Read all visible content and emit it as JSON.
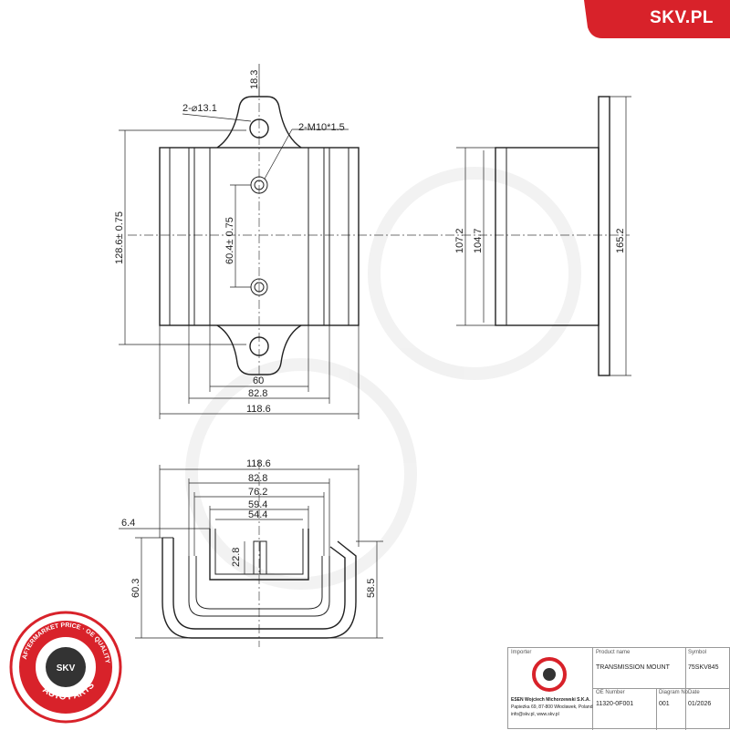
{
  "brand": {
    "name": "SKV.PL",
    "color": "#d8222a"
  },
  "seal": {
    "top_text": "AFTERMARKET PRICE · OE QUALITY",
    "bottom_text": "AUTO PARTS",
    "center_text": "SKV",
    "color": "#d8222a"
  },
  "dimensions": {
    "top_view": {
      "height_lug": "18.3",
      "hole_dia": "2-⌀13.1",
      "thread": "2-M10*1.5",
      "overall_height": "128.6± 0.75",
      "hole_spacing": "60.4± 0.75",
      "width_60": "60",
      "width_82_8": "82.8",
      "width_118_6": "118.6"
    },
    "side_view": {
      "inner_height": "107.2",
      "body_height": "104.7",
      "flange_height": "165.2"
    },
    "front_view": {
      "w_118_6": "118.6",
      "w_82_8": "82.8",
      "w_76_2": "76.2",
      "w_59_4": "59.4",
      "w_54_4": "54.4",
      "lip": "6.4",
      "stud": "22.8",
      "left_height": "60.3",
      "right_height": "58.5"
    }
  },
  "title_block": {
    "importer_label": "Importer",
    "importer_text_1": "ESEN Wojciech Michorzewski S.K.A.",
    "importer_text_2": "Papieżka 69, 87-800 Włocławek, Poland",
    "importer_text_3": "info@skv.pl, www.skv.pl",
    "product_name_label": "Product name",
    "product_name": "TRANSMISSION MOUNT",
    "symbol_label": "Symbol",
    "symbol": "75SKV845",
    "oe_label": "OE Number",
    "oe_number": "11320-0F001",
    "diagram_label": "Diagram No",
    "diagram_no": "001",
    "date_label": "Date",
    "date": "01/2026"
  }
}
